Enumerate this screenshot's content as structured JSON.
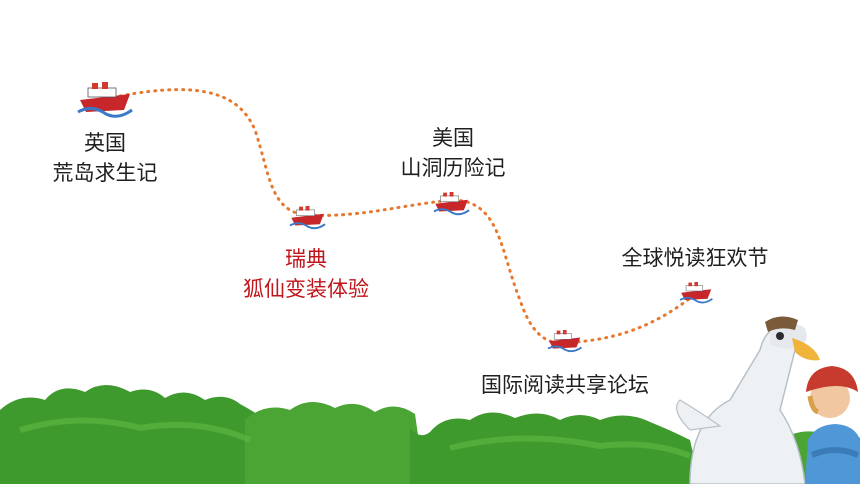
{
  "route": {
    "stops": [
      {
        "id": "uk",
        "lines": [
          "英国",
          "荒岛求生记"
        ],
        "color": "#1f1f1f"
      },
      {
        "id": "sweden",
        "lines": [
          "瑞典",
          "狐仙变装体验"
        ],
        "color": "#c0161b"
      },
      {
        "id": "usa",
        "lines": [
          "美国",
          "山洞历险记"
        ],
        "color": "#1f1f1f"
      },
      {
        "id": "forum",
        "lines": [
          "国际阅读共享论坛"
        ],
        "color": "#1f1f1f"
      },
      {
        "id": "festival",
        "lines": [
          "全球悦读狂欢节"
        ],
        "color": "#1f1f1f"
      }
    ],
    "path_color": "#e8772e",
    "ship_icon": "cruise-ship-icon"
  },
  "decor": {
    "hedge_color": "#3f9a2e",
    "characters": [
      "goose-character",
      "boy-character"
    ]
  }
}
